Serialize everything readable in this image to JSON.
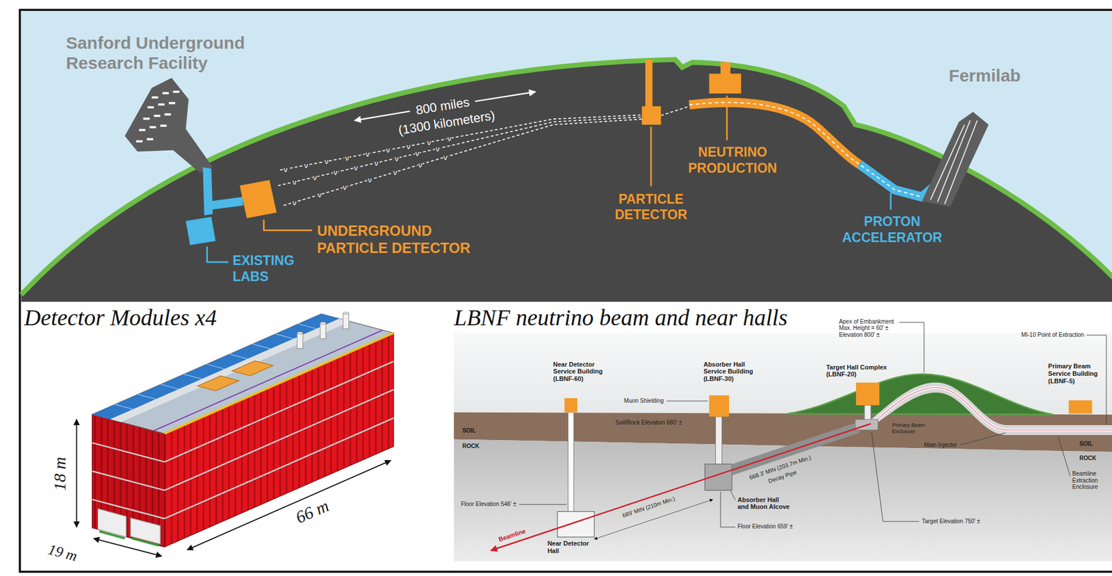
{
  "diagram": {
    "nodes": [
      {
        "text": [
          "Detector Modules x4"
        ]
      },
      {
        "text": [
          "LBNF neutrino beam and near halls"
        ]
      }
    ],
    "labels": [
      "Sanford Underground Research Facility",
      "Fermilab",
      "800 miles",
      "(1300 kilometers)",
      "UNDERGROUND PARTICLE DETECTOR",
      "EXISTING LABS",
      "PARTICLE DETECTOR",
      "NEUTRINO PRODUCTION",
      "PROTON ACCELERATOR",
      "ν",
      "ν",
      "ν",
      "ν",
      "ν",
      "ν",
      "ν",
      "ν",
      "ν",
      "ν",
      "ν",
      "ν",
      "ν",
      "ν",
      "ν",
      "ν",
      "ν",
      "ν",
      "ν",
      "ν",
      "ν",
      "ν",
      "ν",
      "ν",
      "18 m",
      "66 m",
      "19 m",
      "Apex of Embankment Max. Height = 60' ± Elevation 800' ±",
      "MI-10 Point of Extraction",
      "Near Detector Service Building (LBNF-60)",
      "Absorber Hall Service Building (LBNF-30)",
      "Target Hall Complex (LBNF-20)",
      "Primary Beam Service Building (LBNF-5)",
      "Muon Shielding",
      "Soil/Rock Elevation 680' ±",
      "SOIL",
      "ROCK",
      "Floor Elevation 546' ±",
      "Beamline",
      "Near Detector Hall",
      "689' MIN (210m Min.)",
      "668.3' MIN (203.7m Min.)",
      "Decay Pipe",
      "Absorber Hall and Muon Alcove",
      "Floor Elevation 659' ±",
      "Primary Beam Enclosure",
      "Main Injector",
      "Target Elevation 750' ±",
      "SOIL",
      "ROCK",
      "Beamline Extraction Enclosure"
    ]
  }
}
